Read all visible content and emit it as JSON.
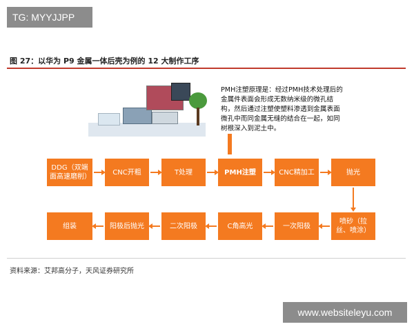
{
  "tag": "TG: MYYJJPP",
  "watermark": "www.websiteleyu.com",
  "figure": {
    "title": "图 27：以华为 P9 金属一体后壳为例的 12 大制作工序",
    "source": "资料来源：艾邦高分子，天风证券研究所"
  },
  "description": "PMH注塑原理是：经过PMH技术处理后的金属件表面会形成无数纳米级的微孔结构，然后通过注塑使塑料渗透到金属表面微孔中而同金属无缝的结合在一起，如同树根深入到泥土中。",
  "steps": [
    "DDG（双端面高速磨削）",
    "CNC开粗",
    "T处理",
    "PMH注塑",
    "CNC精加工",
    "抛光",
    "喷砂（拉丝、喷涂）",
    "一次阳极",
    "C角高光",
    "二次阳极",
    "阳极后抛光",
    "组装"
  ],
  "colors": {
    "accent": "#f47a20",
    "rule": "#c0392b"
  },
  "icons": [
    "tree-icon",
    "phone-icon"
  ]
}
